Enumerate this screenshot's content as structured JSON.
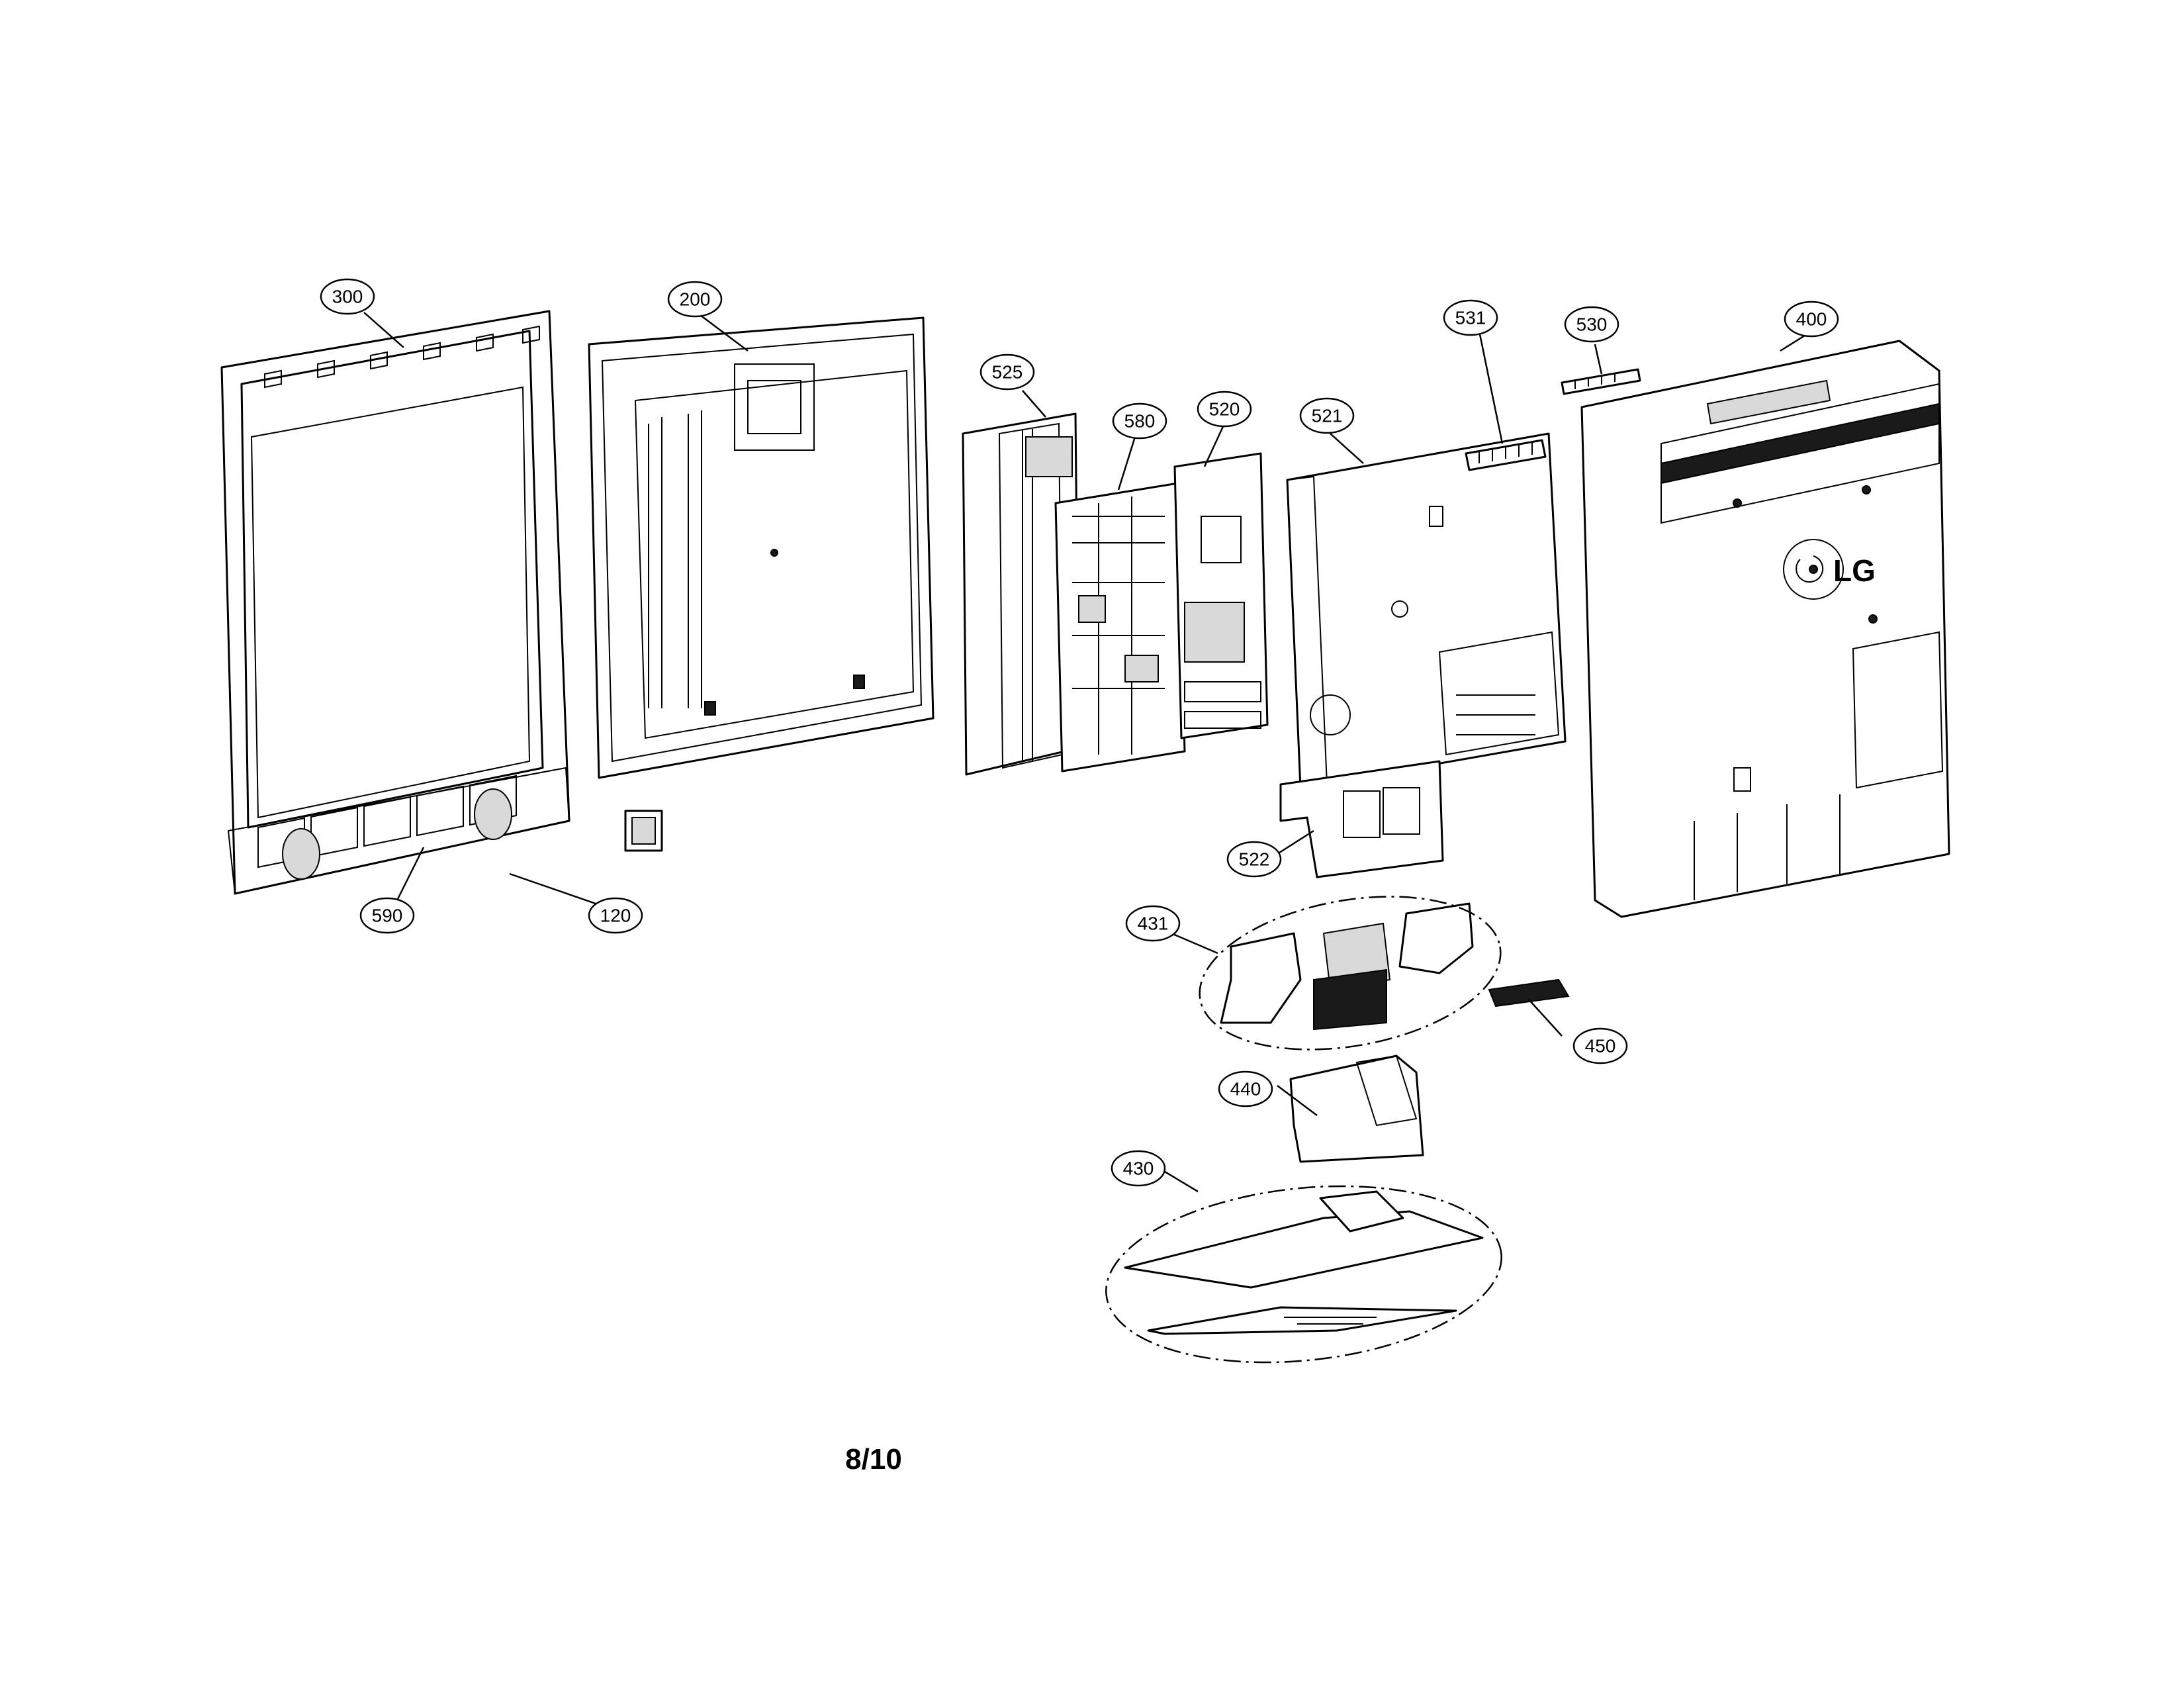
{
  "callouts": {
    "c300": "300",
    "c200": "200",
    "c525": "525",
    "c580": "580",
    "c520": "520",
    "c521": "521",
    "c531": "531",
    "c530": "530",
    "c400": "400",
    "c522": "522",
    "c590": "590",
    "c120": "120",
    "c431": "431",
    "c450": "450",
    "c440": "440",
    "c430": "430"
  },
  "brand_logo": "LG",
  "page_number": "8/10"
}
